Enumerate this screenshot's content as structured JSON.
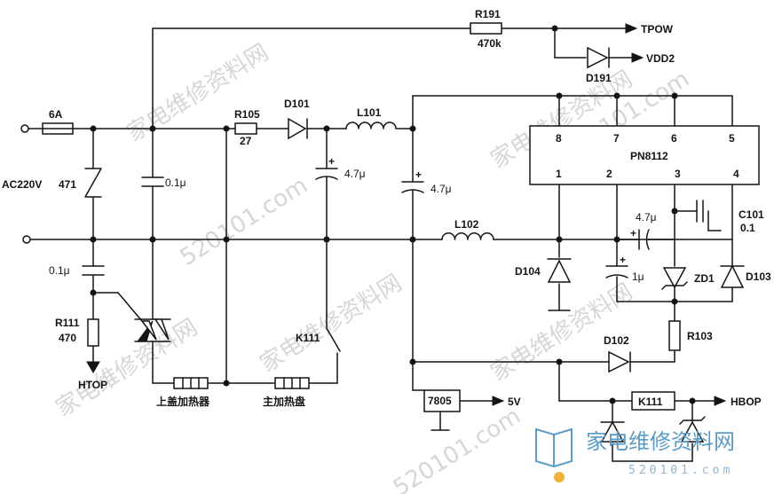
{
  "labels": {
    "fuse": "6A",
    "ac_input": "AC220V",
    "varistor": "471",
    "cap_x": "0.1μ",
    "cap_snub": "0.1μ",
    "r111_name": "R111",
    "r111_val": "470",
    "htop": "HTOP",
    "r105_name": "R105",
    "r105_val": "27",
    "d101": "D101",
    "l101": "L101",
    "c_47a": "4.7μ",
    "c_47b": "4.7μ",
    "l102": "L102",
    "r191_name": "R191",
    "r191_val": "470k",
    "tpow": "TPOW",
    "vdd2": "VDD2",
    "d191": "D191",
    "ic_name": "PN8112",
    "pin8": "8",
    "pin7": "7",
    "pin6": "6",
    "pin5": "5",
    "pin1": "1",
    "pin2": "2",
    "pin3": "3",
    "pin4": "4",
    "c_pin2_47": "4.7μ",
    "c101_name": "C101",
    "c101_val": "0.1",
    "d104": "D104",
    "c_1u": "1μ",
    "zd1": "ZD1",
    "d103": "D103",
    "r103": "R103",
    "d102": "D102",
    "k111_contact": "K111",
    "k111_coil": "K111",
    "hbop": "HBOP",
    "reg": "7805",
    "five_v": "5V",
    "heater_top": "上盖加热器",
    "heater_main": "主加热盘"
  },
  "watermark": {
    "text_cn": "家电维修资料网",
    "text_url": "520101.com",
    "logo_cn": "家电维修资料网",
    "logo_url": "520101.com",
    "colors": {
      "grey": "#d6d6d6",
      "blue": "#5b9bc7"
    }
  }
}
